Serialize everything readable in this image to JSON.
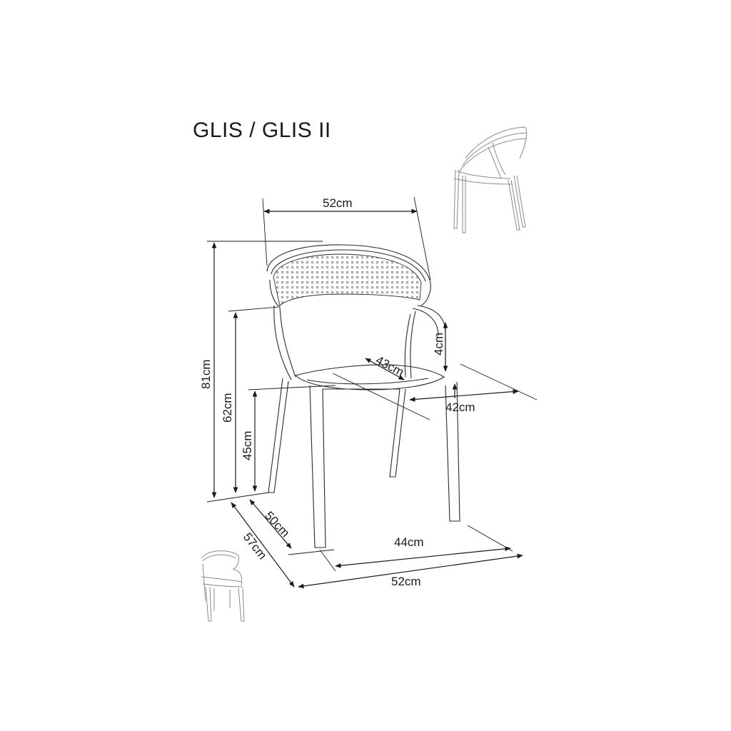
{
  "title": "GLIS / GLIS II",
  "dimensions": {
    "top_width": "52cm",
    "total_height": "81cm",
    "armrest_height": "62cm",
    "seat_height": "45cm",
    "armrest_thickness": "4cm",
    "seat_depth": "43cm",
    "seat_width": "42cm",
    "inner_depth": "50cm",
    "total_depth": "57cm",
    "front_width": "44cm",
    "base_width": "52cm"
  },
  "views": [
    "stacked-chairs-illustration",
    "chair-thumbnail-illustration"
  ]
}
